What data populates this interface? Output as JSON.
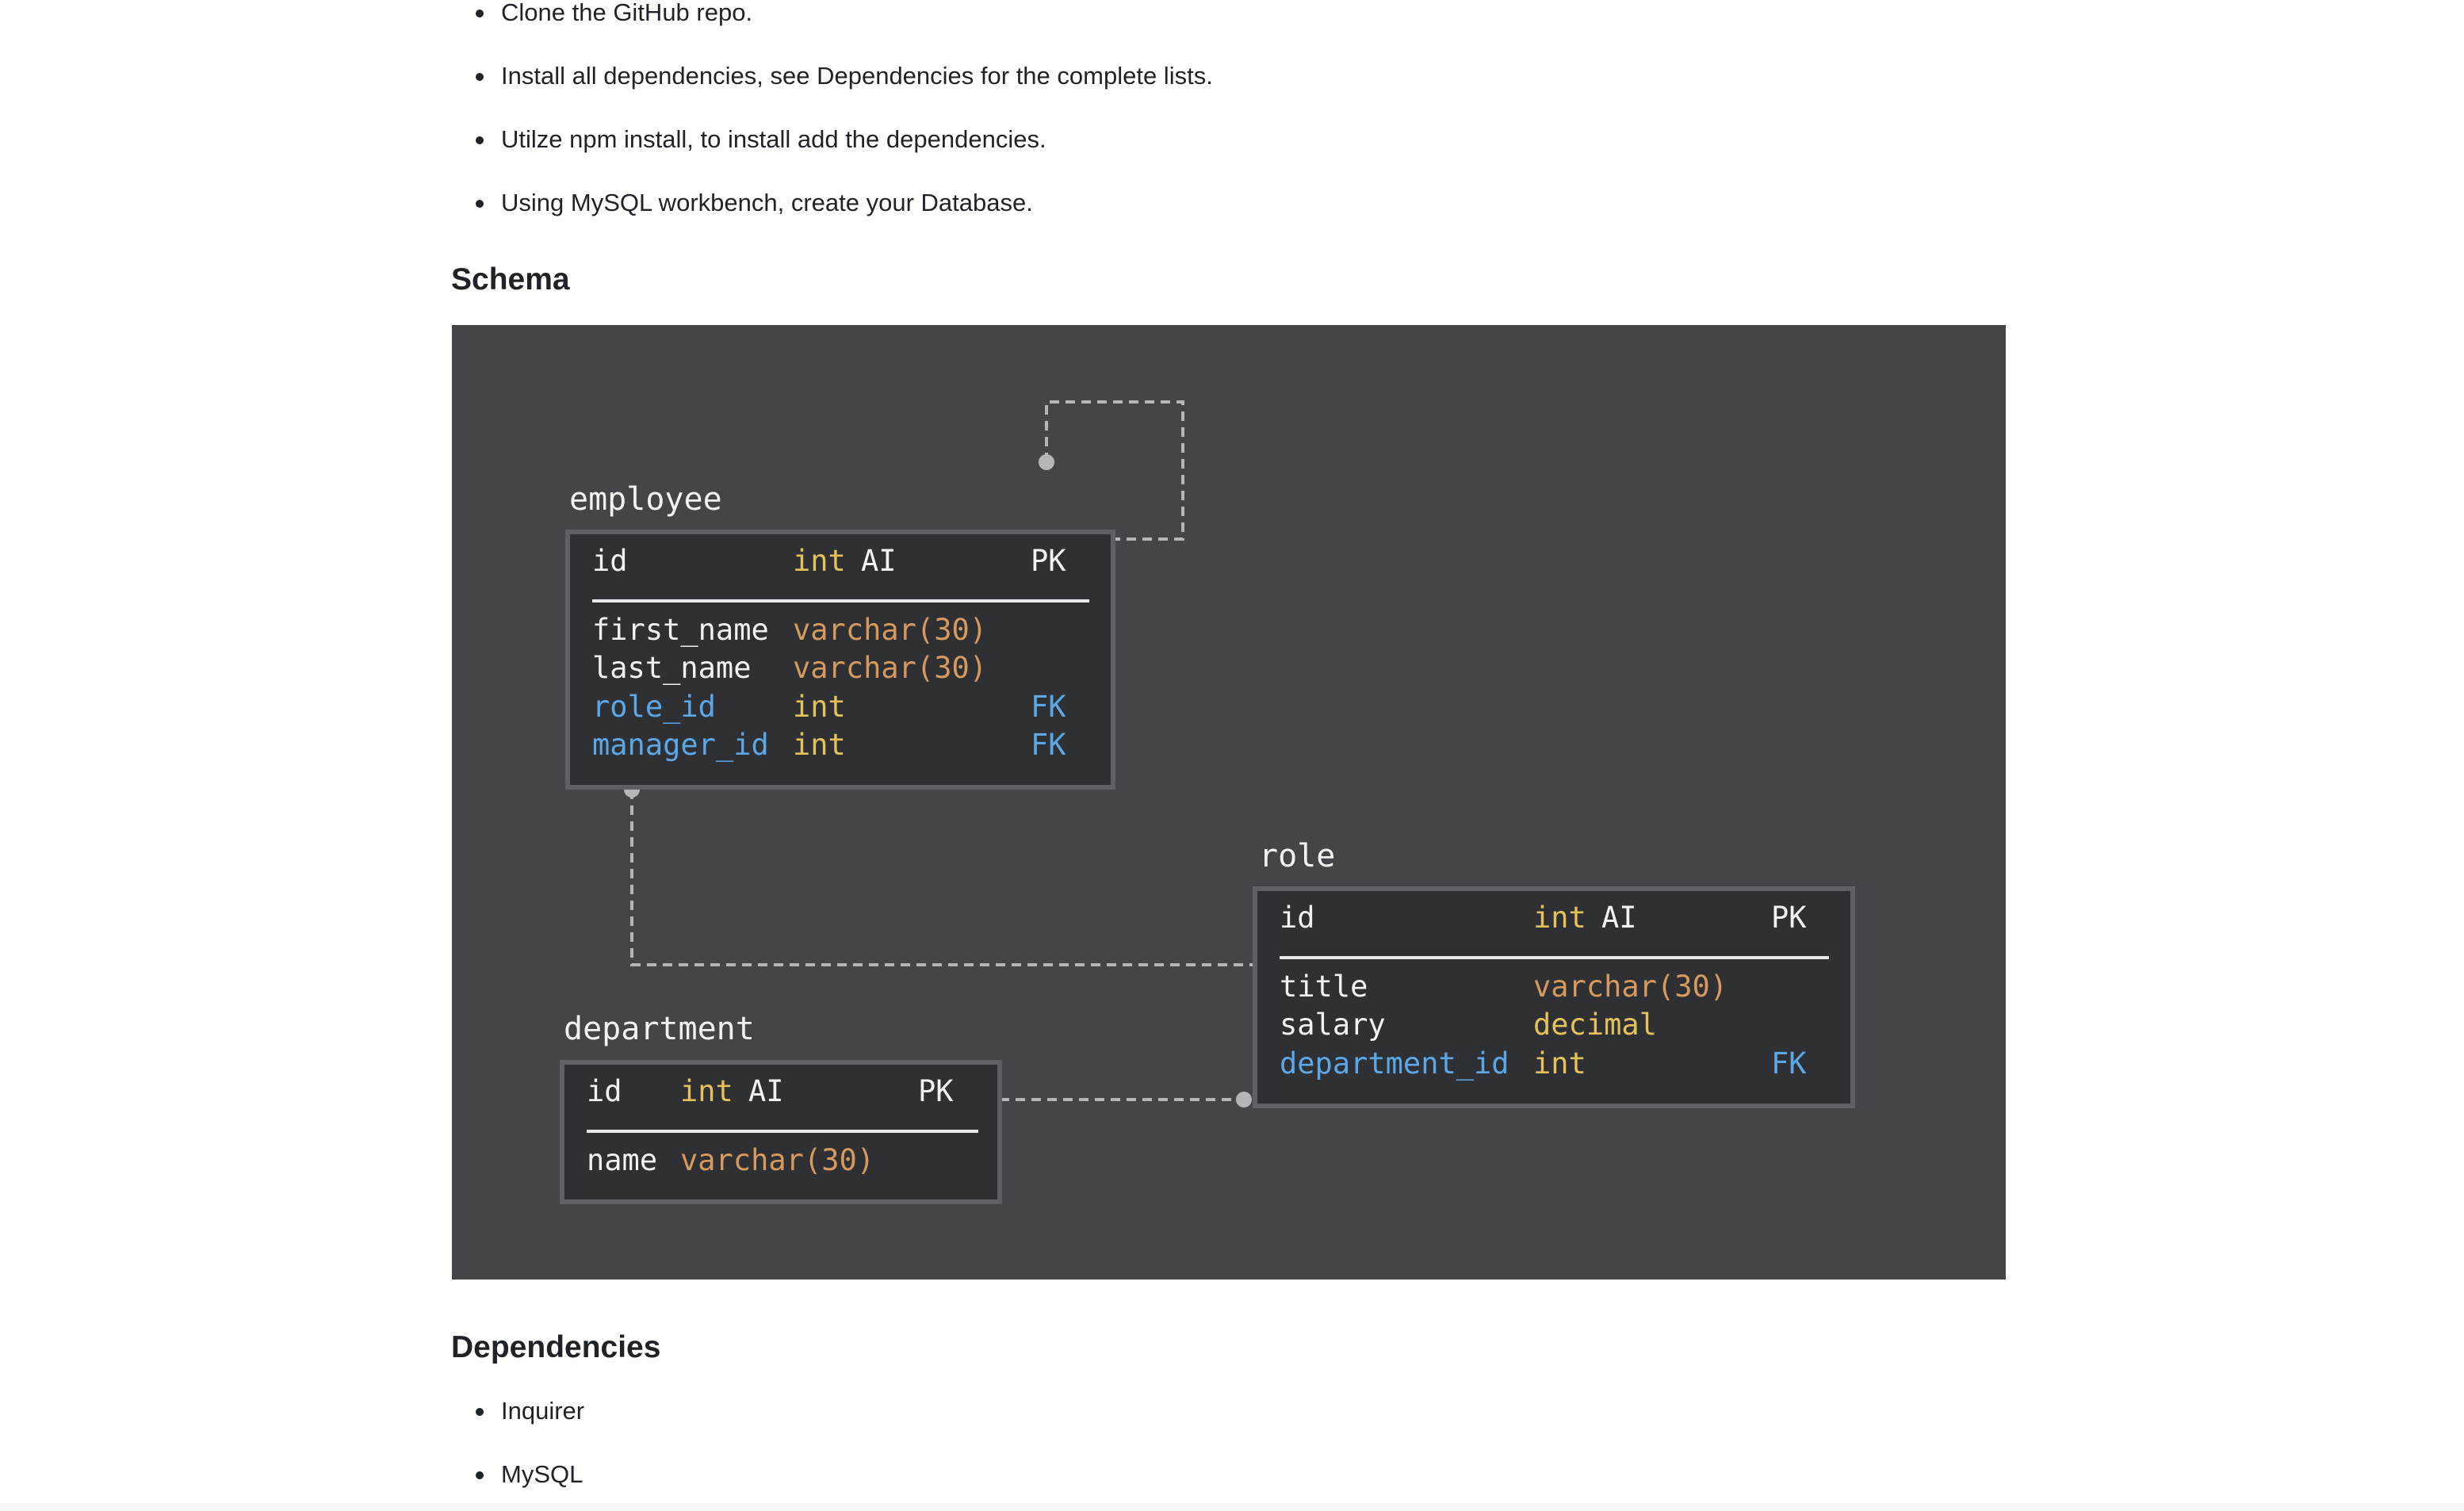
{
  "intro_list": [
    {
      "text": "Clone the GitHub repo."
    },
    {
      "text": "Install all dependencies, see Dependencies for the complete lists."
    },
    {
      "text": "Utilze npm install, to install add the dependencies."
    },
    {
      "text": "Using MySQL workbench, create your Database."
    }
  ],
  "schema_heading": "Schema",
  "diagram": {
    "employee": {
      "title": "employee",
      "rows": [
        {
          "col": "id",
          "type": "int",
          "extra": "AI",
          "key": "PK"
        },
        {
          "col": "first_name",
          "type": "varchar(30)",
          "extra": "",
          "key": ""
        },
        {
          "col": "last_name",
          "type": "varchar(30)",
          "extra": "",
          "key": ""
        },
        {
          "col": "role_id",
          "type": "int",
          "extra": "",
          "key": "FK"
        },
        {
          "col": "manager_id",
          "type": "int",
          "extra": "",
          "key": "FK"
        }
      ]
    },
    "role": {
      "title": "role",
      "rows": [
        {
          "col": "id",
          "type": "int",
          "extra": "AI",
          "key": "PK"
        },
        {
          "col": "title",
          "type": "varchar(30)",
          "extra": "",
          "key": ""
        },
        {
          "col": "salary",
          "type": "decimal",
          "extra": "",
          "key": ""
        },
        {
          "col": "department_id",
          "type": "int",
          "extra": "",
          "key": "FK"
        }
      ]
    },
    "department": {
      "title": "department",
      "rows": [
        {
          "col": "id",
          "type": "int",
          "extra": "AI",
          "key": "PK"
        },
        {
          "col": "name",
          "type": "varchar(30)",
          "extra": "",
          "key": ""
        }
      ]
    },
    "colors": {
      "background": "#444549",
      "table_fill": "#2f3034",
      "table_border": "#5f6065",
      "connector": "#b5b6b9",
      "fk": "#5ca7e6",
      "int": "#e5c15a",
      "varchar": "#d79a5e",
      "text": "#f2f2f2"
    }
  },
  "dependencies_heading": "Dependencies",
  "dependencies_list": [
    {
      "text": "Inquirer"
    },
    {
      "text": "MySQL"
    }
  ]
}
